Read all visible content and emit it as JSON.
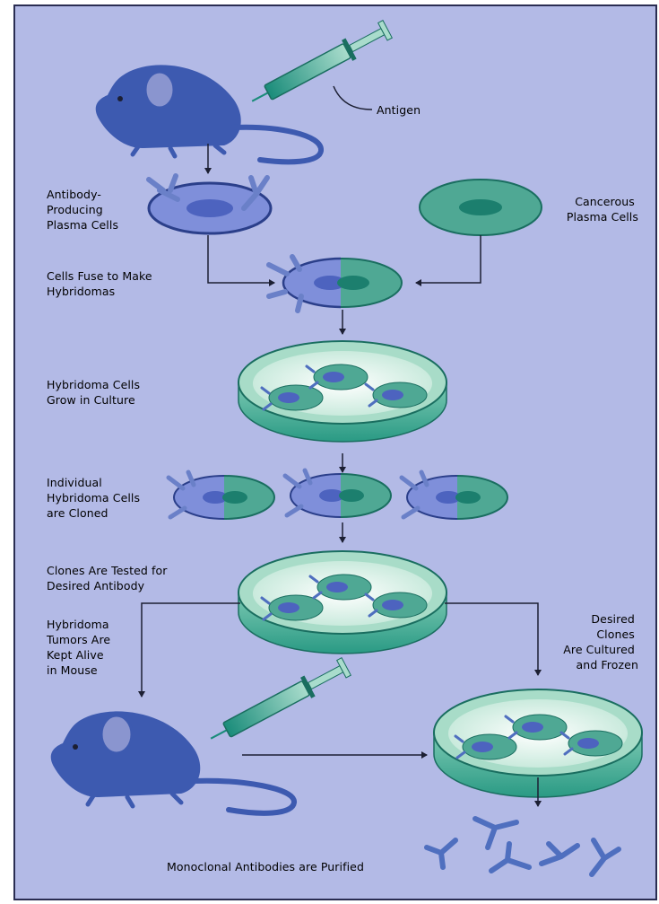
{
  "colors": {
    "background": "#b3bae6",
    "border": "#2a2d52",
    "mouse": "#3d5ab0",
    "mouse_ear": "#8a95cf",
    "plasma_cell": "#7f8fda",
    "plasma_nucleus": "#4d63bf",
    "cancer_cell": "#4fa894",
    "cancer_nucleus": "#1c7f6e",
    "dish_rim": "#2a9a84",
    "dish_inner": "#e6f6ee",
    "antibody": "#4f6fbf",
    "arrow": "#1c1f33",
    "text": "#222a4a"
  },
  "labels": {
    "antigen": "Antigen",
    "antibody_producing": [
      "Antibody-",
      "Producing",
      "Plasma Cells"
    ],
    "cancerous": [
      "Cancerous",
      "Plasma Cells"
    ],
    "cells_fuse": [
      "Cells Fuse to Make",
      "Hybridomas"
    ],
    "hybridoma_grow": [
      "Hybridoma Cells",
      "Grow in Culture"
    ],
    "individual": [
      "Individual",
      "Hybridoma Cells",
      "are Cloned"
    ],
    "clones_tested": [
      "Clones Are Tested for",
      "Desired Antibody"
    ],
    "tumors": [
      "Hybridoma",
      "Tumors Are",
      "Kept Alive",
      "in Mouse"
    ],
    "desired_clones": [
      "Desired",
      "Clones",
      "Are Cultured",
      "and Frozen"
    ],
    "purified": "Monoclonal Antibodies are Purified"
  },
  "icons": [
    "mouse-icon",
    "syringe-icon",
    "plasma-cell-icon",
    "cancer-cell-icon",
    "hybridoma-cell-icon",
    "culture-dish-icon",
    "antibody-icon"
  ]
}
